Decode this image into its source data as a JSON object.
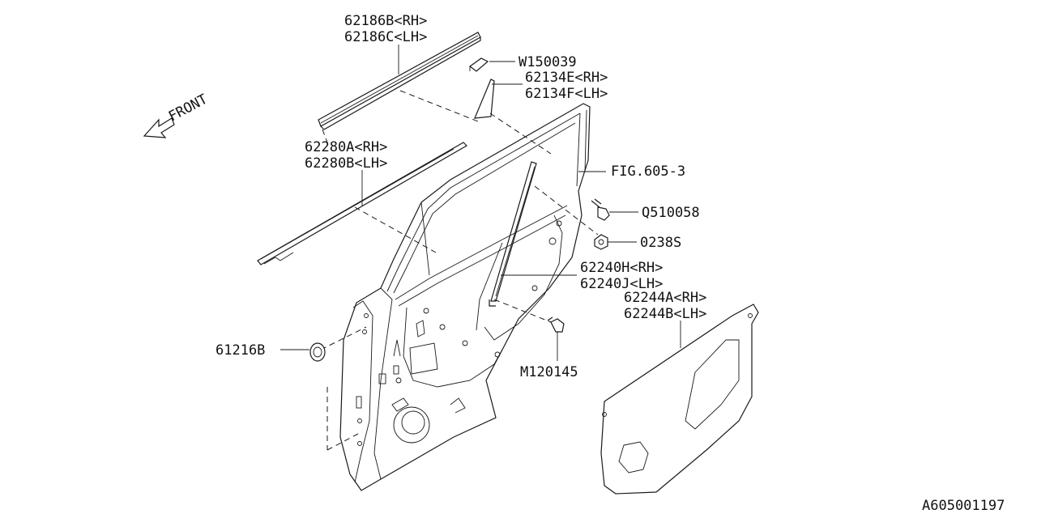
{
  "labels": {
    "p62186b": "62186B<RH>",
    "p62186c": "62186C<LH>",
    "pw150039": "W150039",
    "p62134e": "62134E<RH>",
    "p62134f": "62134F<LH>",
    "front": "FRONT",
    "p62280a": "62280A<RH>",
    "p62280b": "62280B<LH>",
    "fig": "FIG.605-3",
    "q510058": "Q510058",
    "p0238s": "0238S",
    "p62240h": "62240H<RH>",
    "p62240j": "62240J<LH>",
    "p62244a": "62244A<RH>",
    "p62244b": "62244B<LH>",
    "p61216b": "61216B",
    "m120145": "M120145",
    "diagram_id": "A605001197"
  },
  "icons": {
    "front_arrow": "front-arrow-icon"
  }
}
